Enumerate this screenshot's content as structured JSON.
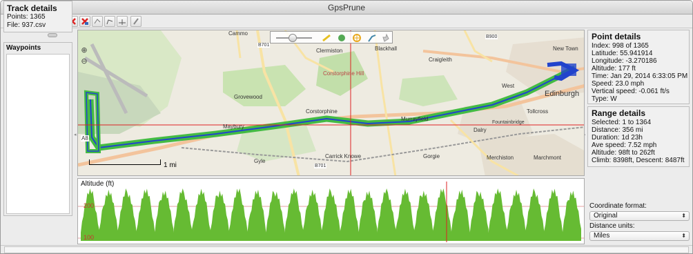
{
  "window": {
    "title": "GpsPrune"
  },
  "toolbar": {
    "buttons": [
      {
        "name": "new-file-icon"
      },
      {
        "name": "open-image-icon"
      },
      {
        "name": "save-icon"
      },
      {
        "name": "heart-icon"
      },
      {
        "name": "table-icon"
      },
      {
        "name": "delete-point-icon"
      },
      {
        "name": "delete-range-icon"
      },
      {
        "name": "connect-icon"
      },
      {
        "name": "edit-point-icon"
      },
      {
        "name": "timeline-icon"
      },
      {
        "name": "pin-icon"
      }
    ]
  },
  "track": {
    "title": "Track details",
    "points": "Points: 1365",
    "file": "File: 937.csv"
  },
  "waypoints": {
    "label": "Waypoints"
  },
  "map": {
    "labels": [
      {
        "text": "Cammo",
        "cls": "l1"
      },
      {
        "text": "Clermiston",
        "cls": "l2"
      },
      {
        "text": "Blackhall",
        "cls": "l3"
      },
      {
        "text": "Craigleith",
        "cls": "l4"
      },
      {
        "text": "New Town",
        "cls": "l5"
      },
      {
        "text": "Corstorphine Hill",
        "cls": "l6"
      },
      {
        "text": "Grovewood",
        "cls": "l7"
      },
      {
        "text": "Corstorphine",
        "cls": "l8"
      },
      {
        "text": "Murrayfield",
        "cls": "l9"
      },
      {
        "text": "West",
        "cls": "l10"
      },
      {
        "text": "Edinburgh",
        "cls": "l11"
      },
      {
        "text": "Tollcross",
        "cls": "l12"
      },
      {
        "text": "Maybury",
        "cls": "l13"
      },
      {
        "text": "Dalry",
        "cls": "l14"
      },
      {
        "text": "Fountainbridge",
        "cls": "l15"
      },
      {
        "text": "Gyle",
        "cls": "l16"
      },
      {
        "text": "Carrick Knowe",
        "cls": "l17"
      },
      {
        "text": "Gorgie",
        "cls": "l18"
      },
      {
        "text": "Merchiston",
        "cls": "l19"
      },
      {
        "text": "Marchmont",
        "cls": "l20"
      },
      {
        "text": "A8",
        "cls": "l21"
      },
      {
        "text": "B701",
        "cls": "l22"
      },
      {
        "text": "B701",
        "cls": "l23"
      },
      {
        "text": "B900",
        "cls": "l24"
      }
    ],
    "scale": "1 mi"
  },
  "profile": {
    "title": "Altitude (ft)",
    "tick_high": "200",
    "tick_low": "100"
  },
  "point": {
    "title": "Point details",
    "index": "Index: 998 of 1365",
    "lat": "Latitude: 55.941914",
    "lon": "Longitude: -3.270186",
    "alt": "Altitude: 177 ft",
    "time": "Time: Jan 29, 2014 6:33:05 PM",
    "speed": "Speed: 23.0 mph",
    "vspeed": "Vertical speed: -0.061 ft/s",
    "type": "Type: W"
  },
  "range": {
    "title": "Range details",
    "selected": "Selected: 1 to 1364",
    "distance": "Distance: 356 mi",
    "duration": "Duration: 1d 23h",
    "avespeed": "Ave speed: 7.52 mph",
    "altitude": "Altitude: 98ft to 262ft",
    "climb": "Climb: 8398ft, Descent: 8487ft"
  },
  "settings": {
    "coord_label": "Coordinate format:",
    "coord_value": "Original",
    "dist_label": "Distance units:",
    "dist_value": "Miles"
  },
  "colors": {
    "track": "#2244cc",
    "track_glow": "#44bb44",
    "profile": "#66bb33",
    "cursor": "#dd2222"
  }
}
